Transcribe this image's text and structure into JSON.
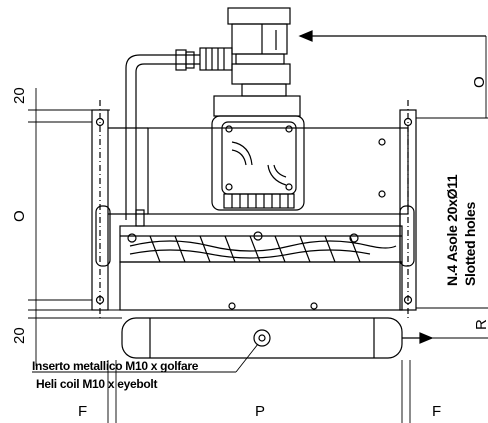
{
  "dimension_labels": {
    "top_offset": "20",
    "mid_offset": "O",
    "bottom_offset": "20",
    "right_top": "O",
    "right_r": "R",
    "bottom_left_f": "F",
    "bottom_center_p": "P",
    "bottom_right_f": "F"
  },
  "notes": {
    "insert_it": "Inserto metallico M10 x golfare",
    "insert_en": "Heli coil M10 x eyebolt",
    "holes_it": "N.4 Asole 20xØ11",
    "holes_en": "Slotted holes"
  },
  "colors": {
    "line": "#000000",
    "background": "#ffffff"
  }
}
